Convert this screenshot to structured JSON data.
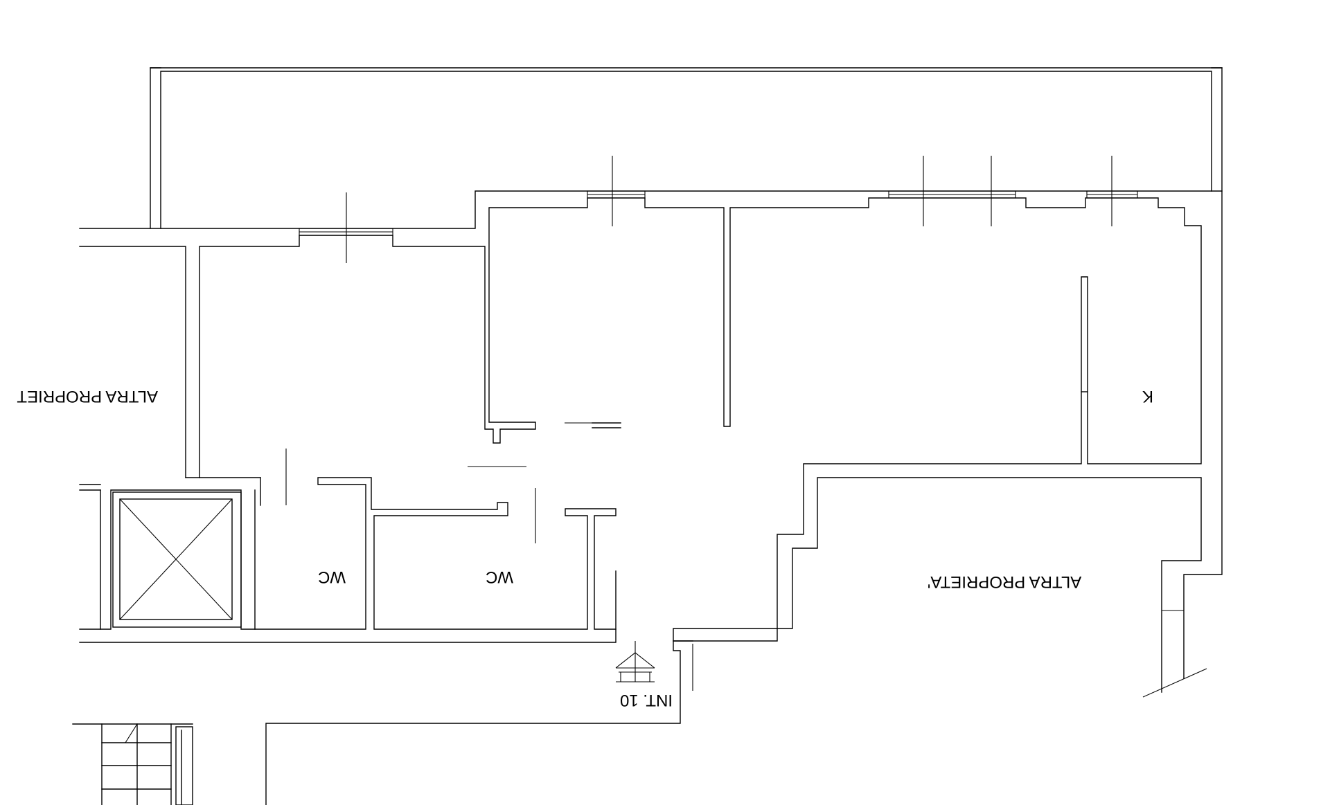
{
  "labels": {
    "altra_left": "ALTRA PROPRIET",
    "k_room": "K",
    "wc_1": "WC",
    "wc_2": "WC",
    "altra_right": "ALTRA PROPRIETA'",
    "int_number": "INT. 10"
  },
  "colors": {
    "stroke": "#000000",
    "background": "#ffffff"
  }
}
